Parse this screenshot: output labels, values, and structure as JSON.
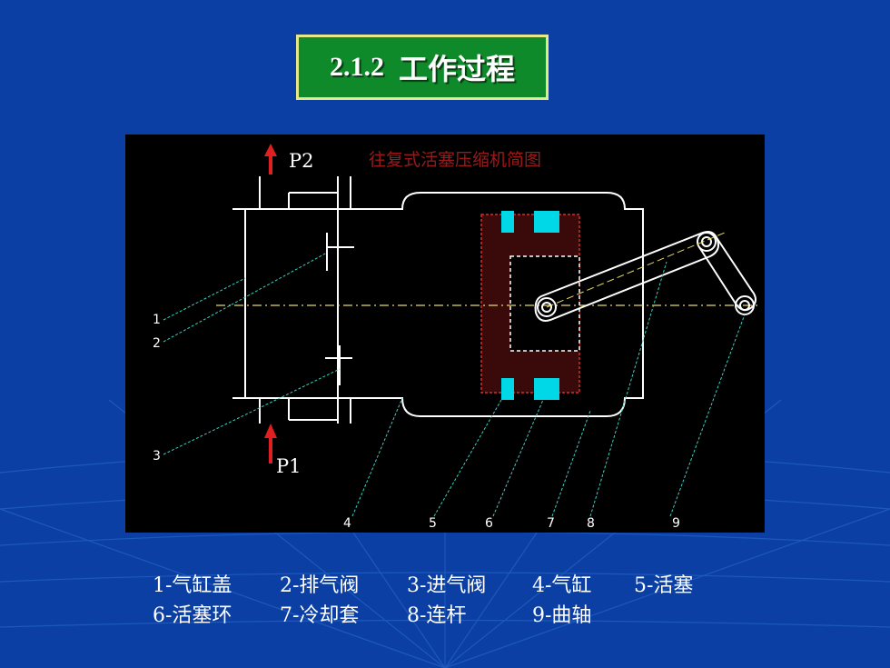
{
  "title": {
    "number": "2.1.2",
    "text": "工作过程"
  },
  "diagram": {
    "heading": "往复式活塞压缩机简图",
    "ports": {
      "outlet": "P2",
      "inlet": "P1"
    },
    "callouts": [
      "1",
      "2",
      "3",
      "4",
      "5",
      "6",
      "7",
      "8",
      "9"
    ]
  },
  "legend": {
    "rows": [
      [
        "1-气缸盖",
        "2-排气阀",
        "3-进气阀",
        "4-气缸",
        "5-活塞"
      ],
      [
        "6-活塞环",
        "7-冷却套",
        "8-连杆",
        "9-曲轴"
      ]
    ]
  },
  "colors": {
    "background": "#0b3fa3",
    "title_fill": "#0f8a2a",
    "title_border": "#e6e98a",
    "piston_ring": "#00d8e8",
    "arrow": "#e02020",
    "heading": "#9a1a1a"
  }
}
